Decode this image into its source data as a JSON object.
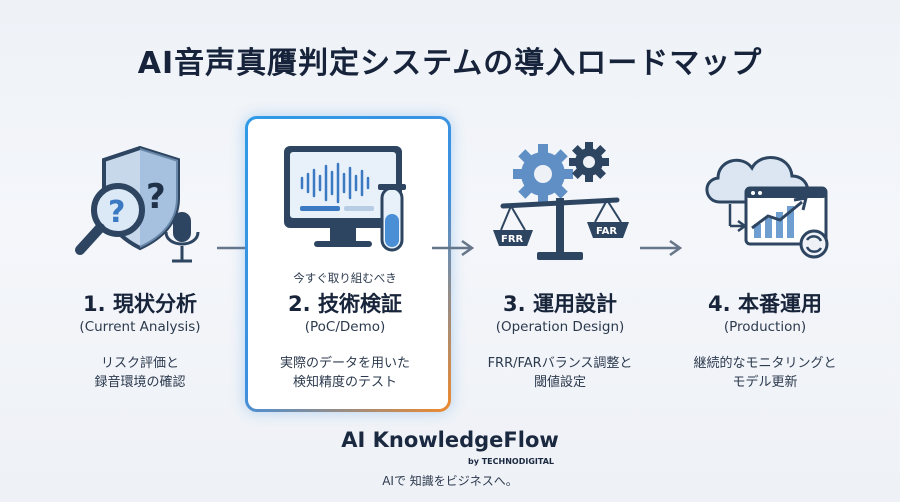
{
  "title": "AI音声真贋判定システムの導入ロードマップ",
  "steps": [
    {
      "name": "1. 現状分析",
      "sub": "(Current Analysis)",
      "desc": [
        "リスク評価と",
        "録音環境の確認"
      ]
    },
    {
      "name": "2. 技術検証",
      "sub": "(PoC/Demo)",
      "tag": "今すぐ取り組むべき",
      "desc": [
        "実際のデータを用いた",
        "検知精度のテスト"
      ]
    },
    {
      "name": "3. 運用設計",
      "sub": "(Operation Design)",
      "desc": [
        "FRR/FARバランス調整と",
        "閾値設定"
      ],
      "labels": [
        "FRR",
        "FAR"
      ]
    },
    {
      "name": "4. 本番運用",
      "sub": "(Production)",
      "desc": [
        "継続的なモニタリングと",
        "モデル更新"
      ]
    }
  ],
  "brand": {
    "name": "AI KnowledgeFlow",
    "by": "by TECHNODIGITAL",
    "tagline": "AIで 知識をビジネスへ。"
  },
  "colors": {
    "accent_blue": "#3b8fe0",
    "accent_orange": "#f08a2c",
    "icon_navy": "#2d4560",
    "icon_blue": "#6f9fd0"
  },
  "icons": [
    "magnifier-shield-microphone-icon",
    "monitor-waveform-test-tube-icon",
    "gears-scale-icon",
    "cloud-dashboard-chart-icon"
  ]
}
